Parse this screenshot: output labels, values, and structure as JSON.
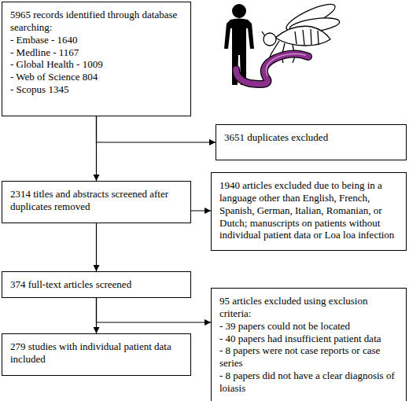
{
  "diagram": {
    "nodes": [
      {
        "text": [
          "5965 records identified through database searching:",
          "- Embase - 1640",
          "- Medline - 1167",
          "- Global Health - 1009",
          "- Web of Science 804",
          "- Scopus 1345"
        ]
      },
      {
        "text": [
          "3651 duplicates excluded"
        ]
      },
      {
        "text": [
          "2314 titles and abstracts screened after duplicates removed"
        ]
      },
      {
        "text": [
          "1940 articles excluded due to being in a language other than English, French, Spanish, German, Italian, Romanian, or Dutch; manuscripts on patients without individual patient data or Loa loa infection"
        ]
      },
      {
        "text": [
          "374 full-text articles screened"
        ]
      },
      {
        "text": [
          "95 articles excluded using exclusion criteria:",
          "- 39 papers could not be located",
          "- 40 papers had insufficient patient data",
          "- 8 papers were not case reports or case series",
          "- 8 papers did not have a clear diagnosis of loiasis"
        ]
      },
      {
        "text": [
          "279 studies with individual patient data included"
        ]
      }
    ],
    "edges": [
      {
        "from": 0,
        "to": 2,
        "arrow": "to"
      },
      {
        "from": 2,
        "to": 4,
        "arrow": "to"
      },
      {
        "from": 4,
        "to": 6,
        "arrow": "to"
      },
      {
        "from": 0,
        "to": 1,
        "arrow": "to"
      },
      {
        "from": 2,
        "to": 3,
        "arrow": "to"
      },
      {
        "from": 4,
        "to": 5,
        "arrow": "to"
      }
    ]
  }
}
